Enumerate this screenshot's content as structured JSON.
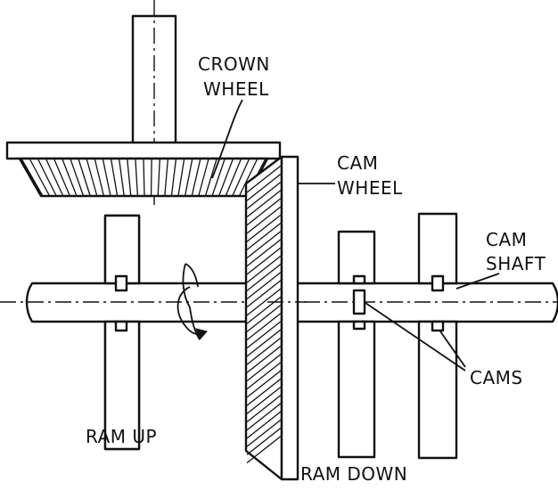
{
  "labels": {
    "crown_wheel": [
      "CROWN",
      "WHEEL"
    ],
    "cam_wheel": [
      "CAM",
      "WHEEL"
    ],
    "cam_shaft": [
      "CAM",
      "SHAFT"
    ],
    "cams": "CAMS",
    "ram_up": "RAM UP",
    "ram_down": "RAM DOWN"
  },
  "colors": {
    "line": "#111111",
    "background": "#ffffff"
  }
}
